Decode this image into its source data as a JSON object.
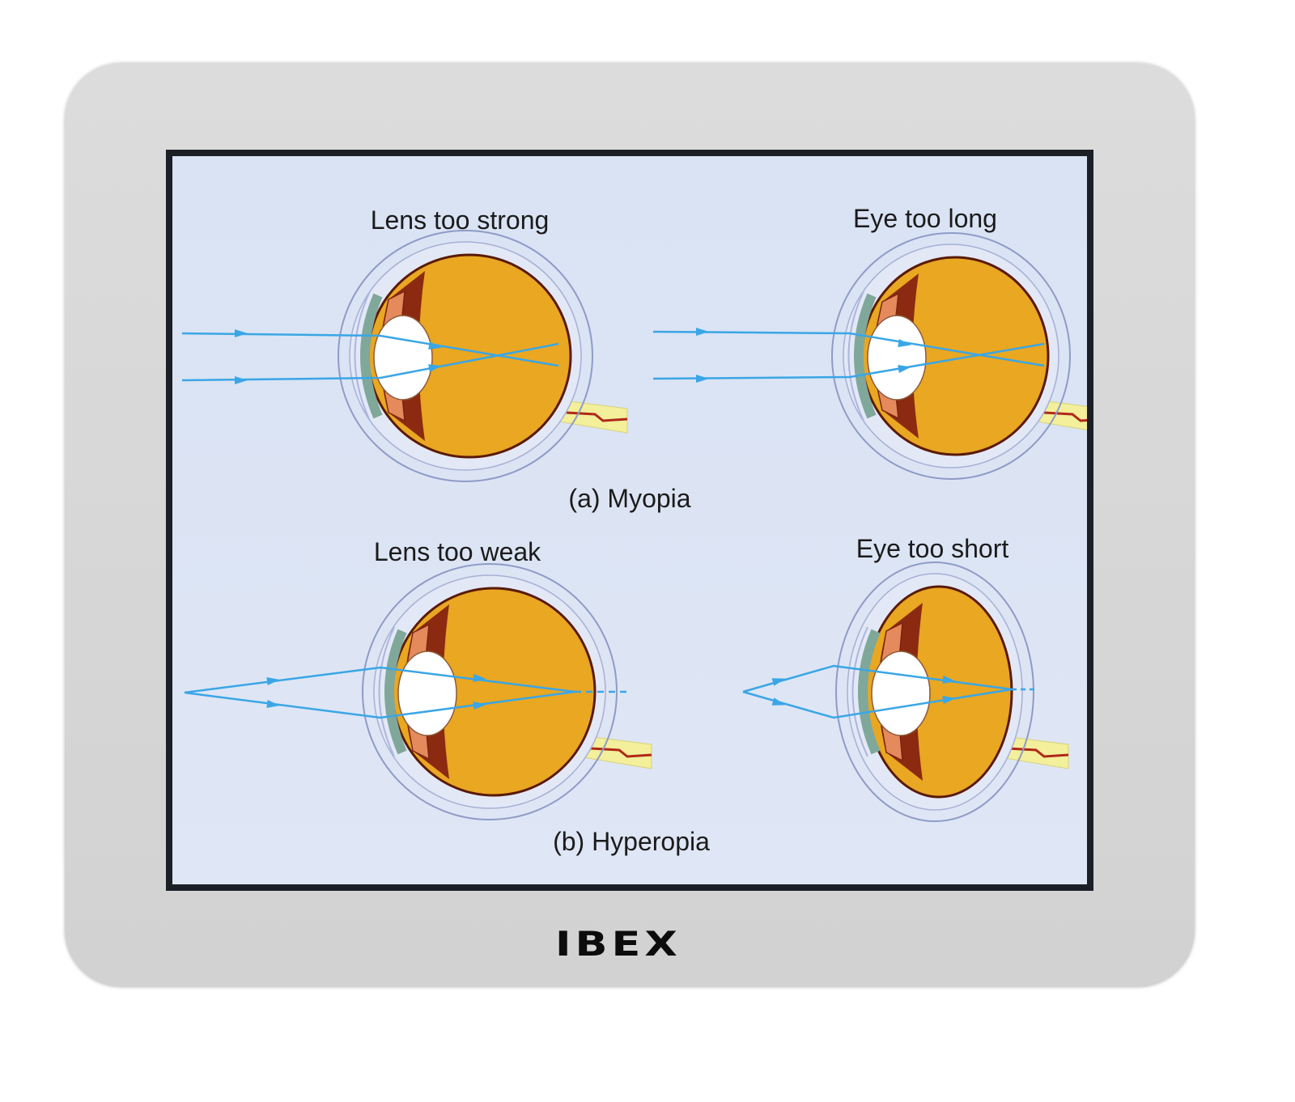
{
  "brand": "IBEX",
  "diagram": {
    "myopia": {
      "caption": "(a) Myopia",
      "left_label": "Lens too strong",
      "right_label": "Eye too long"
    },
    "hyperopia": {
      "caption": "(b) Hyperopia",
      "left_label": "Lens too weak",
      "right_label": "Eye too short"
    }
  },
  "colors": {
    "screen_bg": "#dde5f4",
    "vitreous": "#e9a722",
    "ray": "#3aa6e6",
    "choroid": "#8b2a10",
    "cornea": "#7fa89a",
    "bezel": "#d6d6d6"
  }
}
